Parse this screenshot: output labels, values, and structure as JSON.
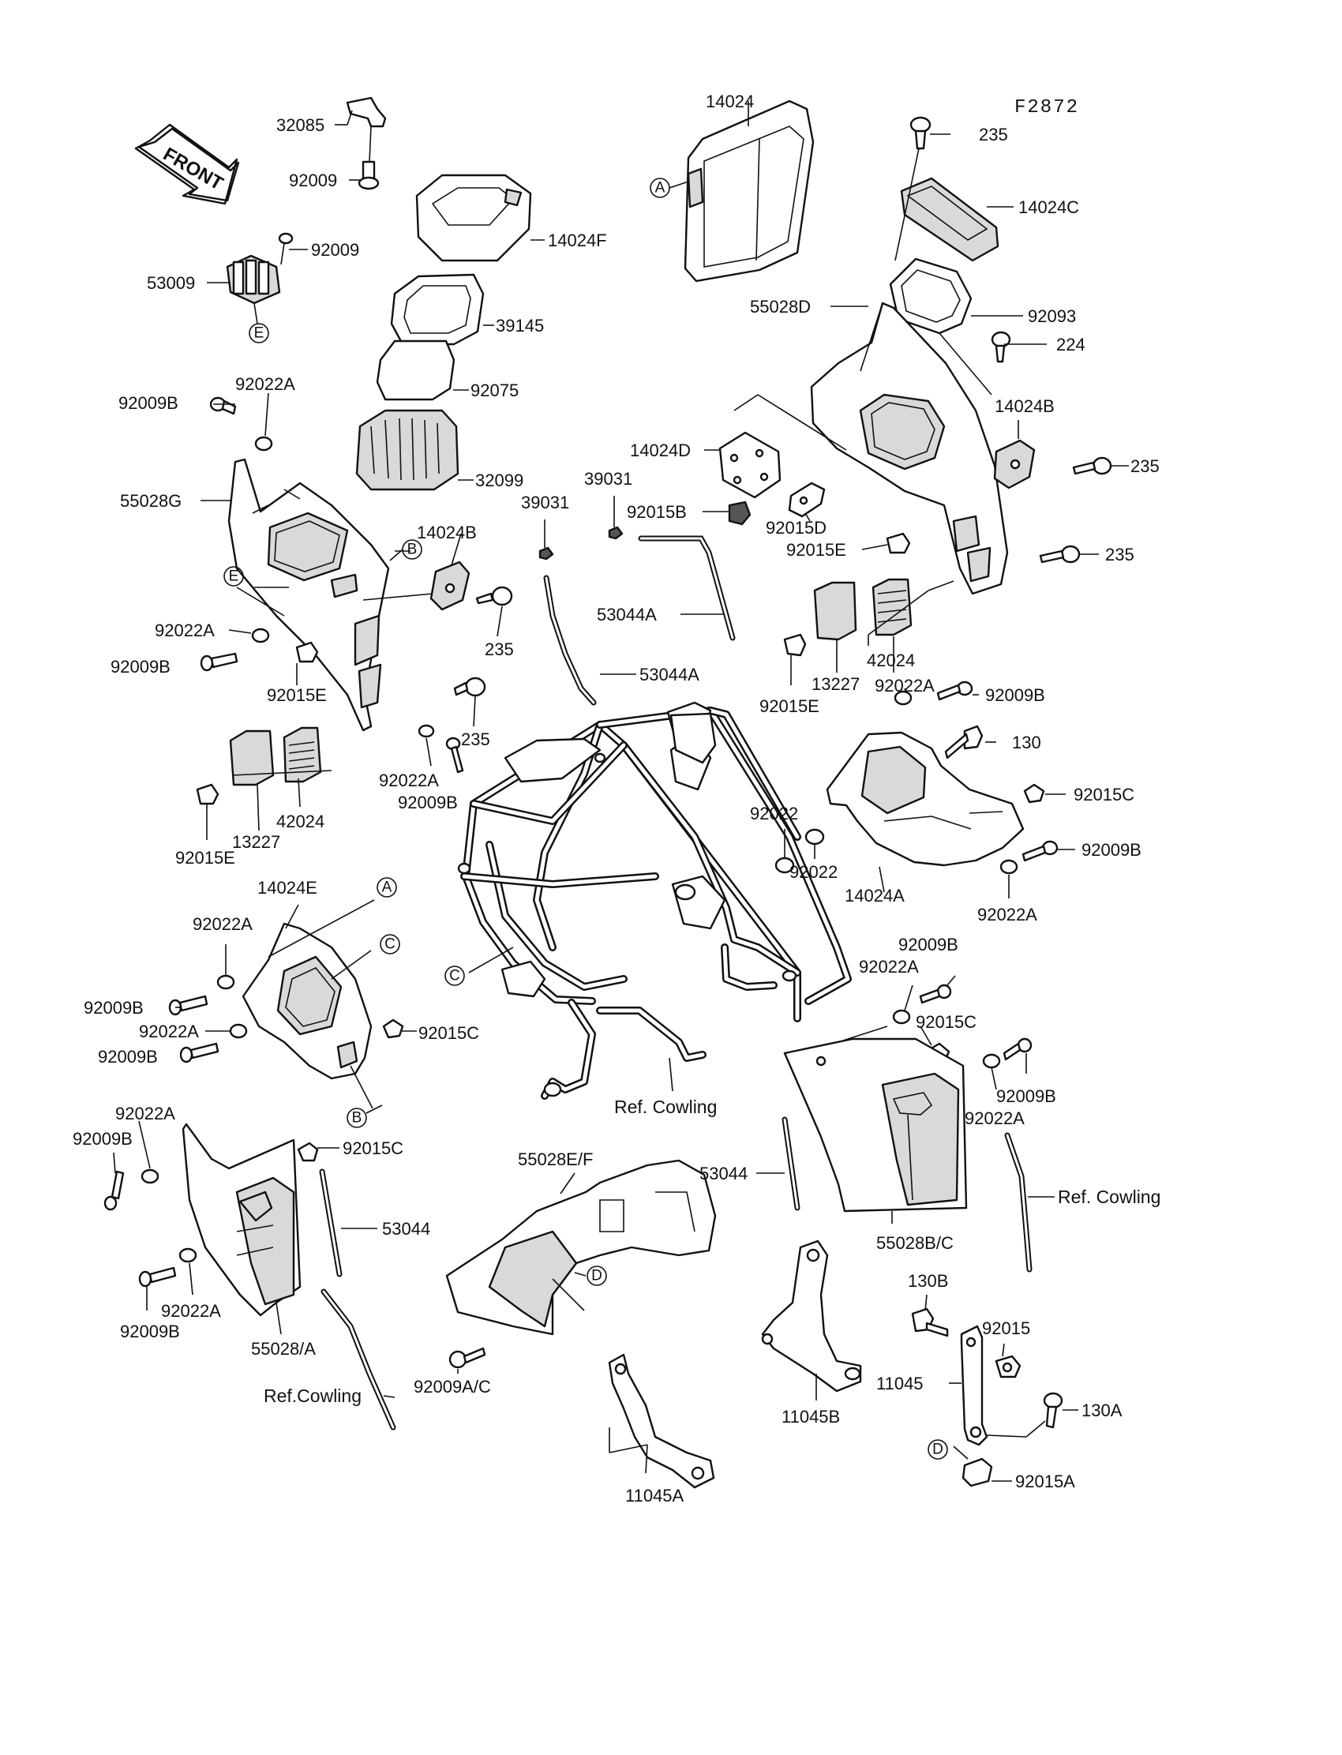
{
  "figure_code": "F2872",
  "front_arrow_label": "FRONT",
  "callouts": {
    "A": "A",
    "B": "B",
    "C": "C",
    "D": "D",
    "E": "E"
  },
  "labels": {
    "p32085": "32085",
    "p92009_top": "92009",
    "p92009_mid": "92009",
    "p53009": "53009",
    "p14024F": "14024F",
    "p39145": "39145",
    "p92075": "92075",
    "p32099": "32099",
    "p92009B_l1": "92009B",
    "p92022A_l1": "92022A",
    "p55028G": "55028G",
    "p14024B_l": "14024B",
    "p92022A_l2": "92022A",
    "p92009B_l2": "92009B",
    "p92015E_l1": "92015E",
    "p235_l1": "235",
    "p235_l2": "235",
    "p92022A_l3": "92022A",
    "p92009B_l3": "92009B",
    "p42024_l": "42024",
    "p13227_l": "13227",
    "p92015E_l2": "92015E",
    "p14024": "14024",
    "p235_r1": "235",
    "p14024C": "14024C",
    "p55028D": "55028D",
    "p92093": "92093",
    "p224": "224",
    "p14024B_r": "14024B",
    "p14024D": "14024D",
    "p235_r2": "235",
    "p39031_a": "39031",
    "p39031_b": "39031",
    "p92015B": "92015B",
    "p92015D": "92015D",
    "p92015E_r1": "92015E",
    "p235_r3": "235",
    "p53044A_1": "53044A",
    "p53044A_2": "53044A",
    "p42024_r": "42024",
    "p13227_r": "13227",
    "p92015E_r2": "92015E",
    "p92022A_r1": "92022A",
    "p92009B_r1": "92009B",
    "p130": "130",
    "p92015C_r1": "92015C",
    "p92022_a": "92022",
    "p92022_b": "92022",
    "p14024A": "14024A",
    "p92009B_r2": "92009B",
    "p92022A_r2": "92022A",
    "p14024E": "14024E",
    "p92022A_e1": "92022A",
    "p92009B_e1": "92009B",
    "p92022A_e2": "92022A",
    "p92009B_e2": "92009B",
    "p92015C_e": "92015C",
    "p92009B_c1": "92009B",
    "p92022A_c1": "92022A",
    "p92015C_c1": "92015C",
    "p92009B_c2": "92009B",
    "p92022A_c2": "92022A",
    "ref_cowling_1": "Ref. Cowling",
    "ref_cowling_2": "Ref. Cowling",
    "p53044_r": "53044",
    "p55028BC": "55028B/C",
    "p92022A_bl": "92022A",
    "p92009B_bl1": "92009B",
    "p92015C_bl": "92015C",
    "p53044_l": "53044",
    "p92022A_bl2": "92022A",
    "p92009B_bl2": "92009B",
    "p55028A": "55028/A",
    "ref_cowling_3": "Ref.Cowling",
    "p55028EF": "55028E/F",
    "p92009AC": "92009A/C",
    "p11045A": "11045A",
    "p11045B": "11045B",
    "p130B": "130B",
    "p92015": "92015",
    "p11045": "11045",
    "p130A": "130A",
    "p92015A": "92015A"
  }
}
